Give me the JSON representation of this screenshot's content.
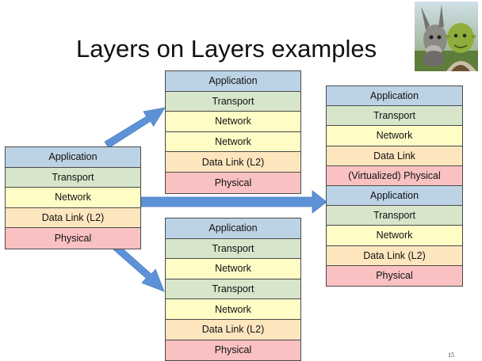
{
  "slide": {
    "title": "Layers on Layers examples",
    "page_number": "15"
  },
  "colors": {
    "Application": "#bcd3e5",
    "Transport": "#d7e5cb",
    "Network": "#fffcc6",
    "Data Link": "#fde6be",
    "Physical": "#f9c1c2",
    "arrow": "#5d92d6"
  },
  "thumbnail": {
    "icon": "shrek-and-donkey-picture"
  },
  "stacks": [
    {
      "id": "left",
      "layers": [
        {
          "label": "Application",
          "kind": "Application"
        },
        {
          "label": "Transport",
          "kind": "Transport"
        },
        {
          "label": "Network",
          "kind": "Network"
        },
        {
          "label": "Data Link (L2)",
          "kind": "Data Link"
        },
        {
          "label": "Physical",
          "kind": "Physical"
        }
      ]
    },
    {
      "id": "top-middle",
      "layers": [
        {
          "label": "Application",
          "kind": "Application"
        },
        {
          "label": "Transport",
          "kind": "Transport"
        },
        {
          "label": "Network",
          "kind": "Network"
        },
        {
          "label": "Network",
          "kind": "Network"
        },
        {
          "label": "Data Link (L2)",
          "kind": "Data Link"
        },
        {
          "label": "Physical",
          "kind": "Physical"
        }
      ]
    },
    {
      "id": "bottom-middle",
      "layers": [
        {
          "label": "Application",
          "kind": "Application"
        },
        {
          "label": "Transport",
          "kind": "Transport"
        },
        {
          "label": "Network",
          "kind": "Network"
        },
        {
          "label": "Transport",
          "kind": "Transport"
        },
        {
          "label": "Network",
          "kind": "Network"
        },
        {
          "label": "Data Link (L2)",
          "kind": "Data Link"
        },
        {
          "label": "Physical",
          "kind": "Physical"
        }
      ]
    },
    {
      "id": "right",
      "layers": [
        {
          "label": "Application",
          "kind": "Application"
        },
        {
          "label": "Transport",
          "kind": "Transport"
        },
        {
          "label": "Network",
          "kind": "Network"
        },
        {
          "label": "Data Link",
          "kind": "Data Link"
        },
        {
          "label": "(Virtualized) Physical",
          "kind": "Physical"
        },
        {
          "label": "Application",
          "kind": "Application"
        },
        {
          "label": "Transport",
          "kind": "Transport"
        },
        {
          "label": "Network",
          "kind": "Network"
        },
        {
          "label": "Data Link (L2)",
          "kind": "Data Link"
        },
        {
          "label": "Physical",
          "kind": "Physical"
        }
      ]
    }
  ]
}
